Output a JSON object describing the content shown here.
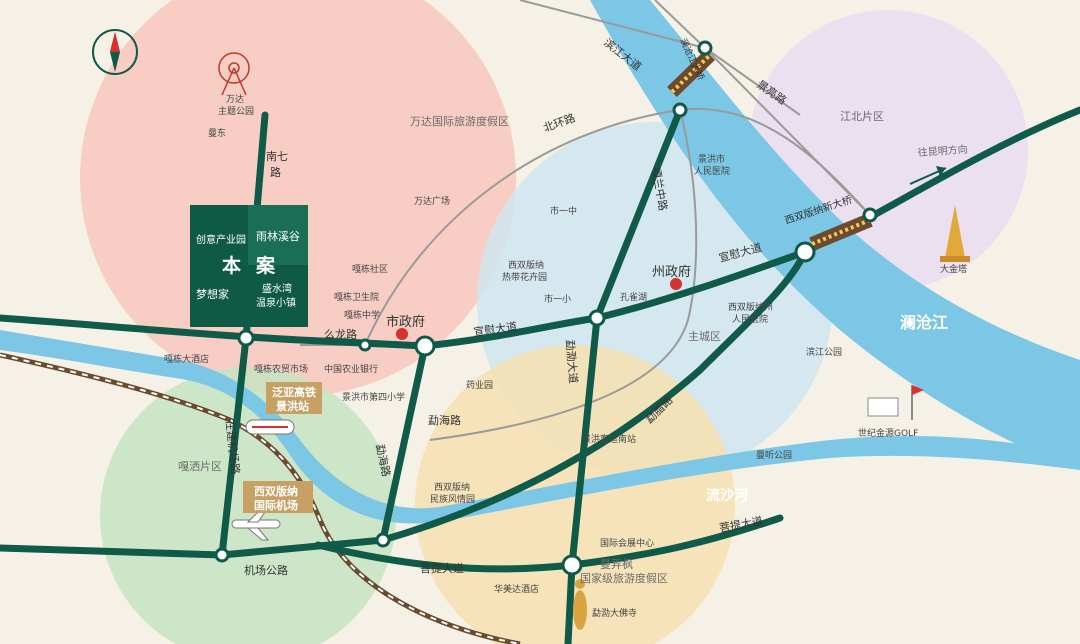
{
  "colors": {
    "background": "#f6f1e6",
    "river": "#7cc6e6",
    "main_road": "#0f5a48",
    "secondary_road": "#9a9a9a",
    "rail": "#6b4a2e",
    "project_block": "#0e5a45",
    "zone_pink": "#f7c9c0",
    "zone_blue": "#cfe6f0",
    "zone_green": "#c6e4c2",
    "zone_yellow": "#f6e1b0",
    "zone_lilac": "#e9def0",
    "gov_star": "#d7322f",
    "label_dark": "#3a3a3a",
    "label_gold": "#c9a063"
  },
  "project": {
    "title_left": "本",
    "title_right": "案",
    "top_left": "创意产业园",
    "top_right": "雨林溪谷",
    "bottom_left": "梦想家",
    "bottom_right_line1": "盛水湾",
    "bottom_right_line2": "温泉小镇"
  },
  "zones": {
    "wanda_resort": "万达国际旅游度假区",
    "jiangbei": "江北片区",
    "zhucheng": "主城区",
    "galan": "嘎洒片区",
    "menghan": "曼弄枫",
    "menghan2": "国家级旅游度假区"
  },
  "rivers": {
    "lancang": "澜沧江",
    "liusha": "流沙河"
  },
  "roads": {
    "binjiang": "滨江大道",
    "jingning": "景亮路",
    "beihuan": "北环路",
    "nanqi_line1": "南七",
    "nanqi_line2": "路",
    "galanzhong": "嘎兰中路",
    "xuanwei_east": "宣慰大道",
    "xuanwei_west": "宣慰大道",
    "menglong": "勐泐大道",
    "menghai_road": "勐海路",
    "menghai_road2": "勐海路",
    "menglalu": "勐腊路",
    "jichang_road": "机场公路",
    "jichang_ave": "在建机场路",
    "puti_west": "菩提大道",
    "puti_east": "菩提大道",
    "yaolong": "么龙路",
    "xsbn_bridge": "西双版纳新大桥",
    "lancang_bridge": "澜沧江大桥",
    "towards_kunming": "往昆明方向"
  },
  "pois": {
    "wanda_park_line1": "万达",
    "wanda_park_line2": "主题公园",
    "mandong": "曼东",
    "wanda_plaza": "万达广场",
    "galan_community": "嘎栋社区",
    "galan_clinic": "嘎栋卫生院",
    "galan_middle": "嘎栋中学",
    "galan_hotel": "嘎栋大酒店",
    "galan_market": "嘎栋农贸市场",
    "agri_bank": "中国农业银行",
    "jh_school4": "景洪市第四小学",
    "city_gov": "市政府",
    "pref_gov": "州政府",
    "no1_middle": "市一中",
    "no1_primary": "市一小",
    "flower_garden_line1": "西双版纳",
    "flower_garden_line2": "热带花卉园",
    "peacock_lake": "孔雀湖",
    "jh_hospital_line1": "景洪市",
    "jh_hospital_line2": "人民医院",
    "xsbn_hospital_line1": "西双版纳州",
    "xsbn_hospital_line2": "人民医院",
    "binjiang_park": "滨江公园",
    "golf": "世纪金源GOLF",
    "mantin_park": "曼听公园",
    "bus_station": "景洪客运南站",
    "medicine_garden": "药业园",
    "ethnic_garden_line1": "西双版纳",
    "ethnic_garden_line2": "民族风情园",
    "expo_center": "国际会展中心",
    "huamei_hotel": "华美达酒店",
    "big_buddha": "勐泐大佛寺",
    "golden_pagoda": "大金塔",
    "rail_station_line1": "泛亚高铁",
    "rail_station_line2": "景洪站",
    "airport_line1": "西双版纳",
    "airport_line2": "国际机场"
  }
}
